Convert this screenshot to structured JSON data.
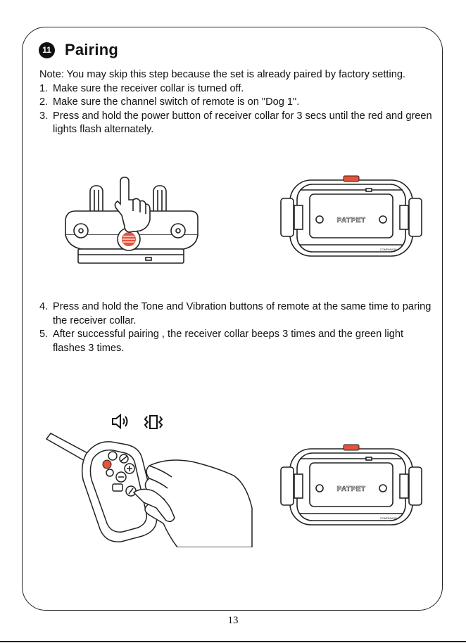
{
  "section": {
    "number": "11",
    "title": "Pairing"
  },
  "instructions_top": {
    "note": "Note: You may skip this step because the set is already paired by factory setting.",
    "steps": [
      {
        "num": "1.",
        "text": "Make sure the receiver collar is turned off."
      },
      {
        "num": "2.",
        "text": "Make sure the channel switch of remote is on \"Dog 1\"."
      },
      {
        "num": "3.",
        "text": "Press and hold the power button of receiver collar for 3 secs until the red and green lights flash alternately."
      }
    ]
  },
  "instructions_bottom": {
    "steps": [
      {
        "num": "4.",
        "text": "Press and hold the Tone and Vibration buttons of remote at the same time to paring the receiver collar."
      },
      {
        "num": "5.",
        "text": "After successful pairing , the receiver collar beeps 3 times and the green light flashes 3 times."
      }
    ]
  },
  "collar_labels": {
    "brand": "PATPET",
    "model": "COMPANION"
  },
  "icons": {
    "tone": "speaker-icon",
    "vibration": "vibration-icon"
  },
  "colors": {
    "power_button": "#e8523a",
    "remote_button": "#e8523a"
  },
  "page": {
    "number": "13"
  }
}
